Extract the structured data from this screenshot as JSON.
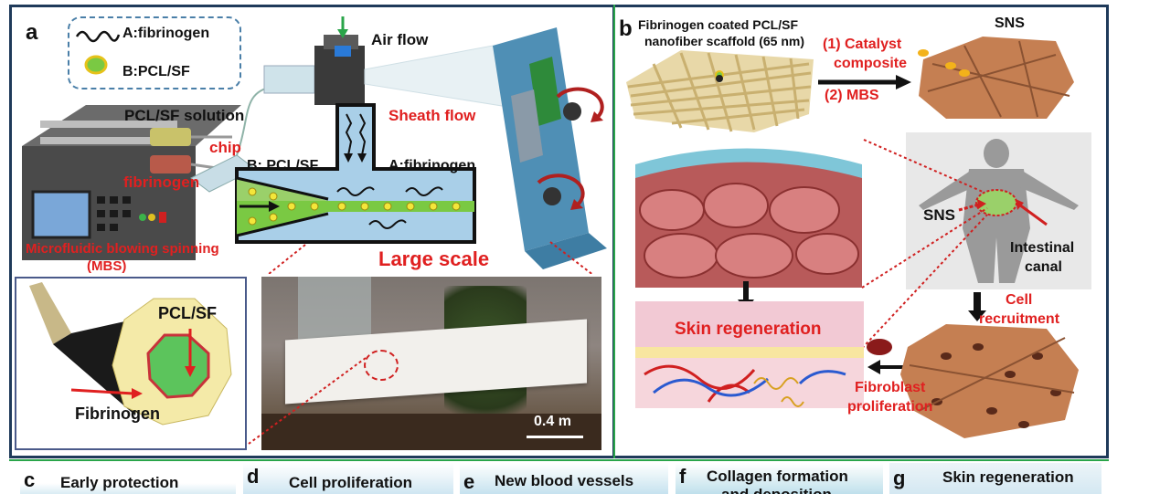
{
  "panel_a": {
    "letter": "a",
    "legend": {
      "a_label": "A:fibrinogen",
      "b_label": "B:PCL/SF"
    },
    "air_flow": "Air flow",
    "pclsf_solution": "PCL/SF solution",
    "chip": "chip",
    "fibrinogen_syringe": "fibrinogen",
    "sheath_flow": "Sheath flow",
    "channel_b": "B: PCL/SF",
    "channel_a": "A:fibrinogen",
    "mbs_line1": "Microfluidic blowing spinning",
    "mbs_line2": "(MBS)",
    "large_scale": "Large scale",
    "fiber_core": "PCL/SF",
    "fiber_shell": "Fibrinogen",
    "scale_bar": "0.4 m"
  },
  "panel_b": {
    "letter": "b",
    "scaffold_line1": "Fibrinogen coated PCL/SF",
    "scaffold_line2": "nanofiber scaffold  (65 nm)",
    "step1_line1": "(1) Catalyst",
    "step1_line2": "composite",
    "step2": "(2) MBS",
    "sns_top": "SNS",
    "sns_body": "SNS",
    "intestinal_line1": "Intestinal",
    "intestinal_line2": "canal",
    "cell_recruit_line1": "Cell",
    "cell_recruit_line2": "recruitment",
    "skin_regen": "Skin regeneration",
    "fibro_line1": "Fibroblast",
    "fibro_line2": "proliferation"
  },
  "bottom": {
    "c": {
      "letter": "c",
      "title": "Early protection"
    },
    "d": {
      "letter": "d",
      "title": "Cell proliferation"
    },
    "e": {
      "letter": "e",
      "title": "New blood vessels"
    },
    "f": {
      "letter": "f",
      "title_line1": "Collagen formation",
      "title_line2": "and deposition"
    },
    "g": {
      "letter": "g",
      "title": "Skin regeneration"
    }
  },
  "colors": {
    "frame": "#1f3a5a",
    "divider": "#2aa54a",
    "label_red": "#e02020",
    "scaffold": "#d9c48a",
    "sns_brown": "#b8744a",
    "channel_blue": "#a9cfe8",
    "core_green": "#7ac943",
    "fiber_yellow": "#f0e6a8"
  }
}
